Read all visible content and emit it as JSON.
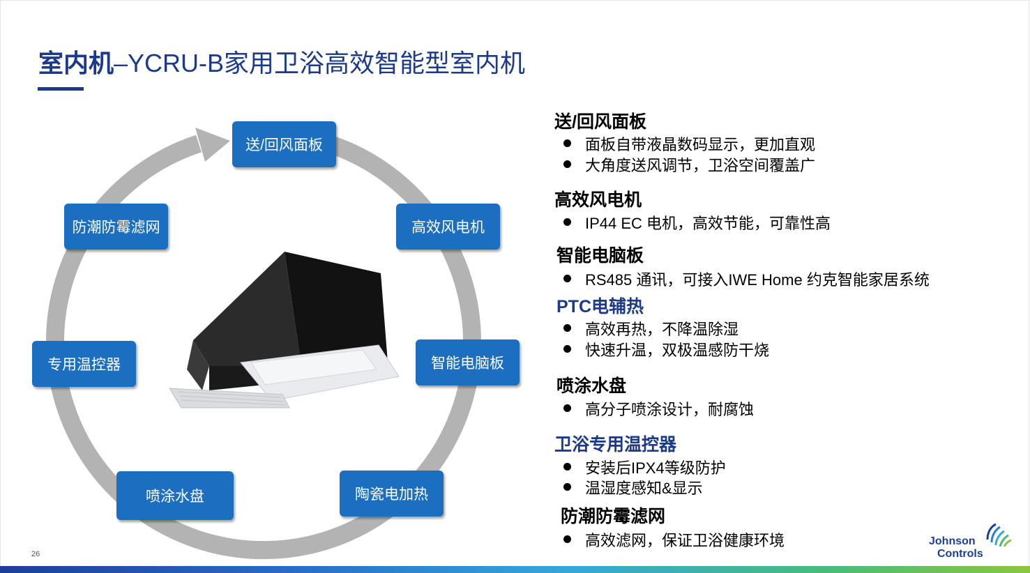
{
  "title": {
    "bold": "室内机",
    "rest": "–YCRU-B家用卫浴高效智能型室内机"
  },
  "diagram": {
    "nodes": [
      {
        "label": "送/回风面板"
      },
      {
        "label": "高效风电机"
      },
      {
        "label": "智能电脑板"
      },
      {
        "label": "陶瓷电加热"
      },
      {
        "label": "喷涂水盘"
      },
      {
        "label": "专用温控器"
      },
      {
        "label": "防潮防霉滤网"
      }
    ],
    "colors": {
      "node": "#1c6fc0",
      "ring": "#b3b3b3"
    }
  },
  "features": [
    {
      "title": "送/回风面板",
      "color": "black",
      "bullets": [
        "面板自带液晶数码显示，更加直观",
        "大角度送风调节，卫浴空间覆盖广"
      ]
    },
    {
      "title": "高效风电机",
      "color": "black",
      "bullets": [
        "IP44 EC 电机，高效节能，可靠性高"
      ]
    },
    {
      "title": "智能电脑板",
      "color": "black",
      "bullets": [
        "RS485 通讯，可接入IWE Home 约克智能家居系统"
      ]
    },
    {
      "title": "PTC电辅热",
      "color": "blue",
      "bullets": [
        "高效再热，不降温除湿",
        "快速升温，双极温感防干烧"
      ]
    },
    {
      "title": "喷涂水盘",
      "color": "black",
      "bullets": [
        "高分子喷涂设计，耐腐蚀"
      ]
    },
    {
      "title": "卫浴专用温控器",
      "color": "blue",
      "bullets": [
        "安装后IPX4等级防护",
        "温湿度感知&显示"
      ]
    },
    {
      "title": "防潮防霉滤网",
      "color": "black",
      "bullets": [
        "高效滤网，保证卫浴健康环境"
      ]
    }
  ],
  "footer": {
    "page_number": "26",
    "logo_line1": "Johnson",
    "logo_line2": "Controls"
  },
  "colors": {
    "title": "#1b3a8c",
    "accent_blue": "#1c6fc0"
  }
}
